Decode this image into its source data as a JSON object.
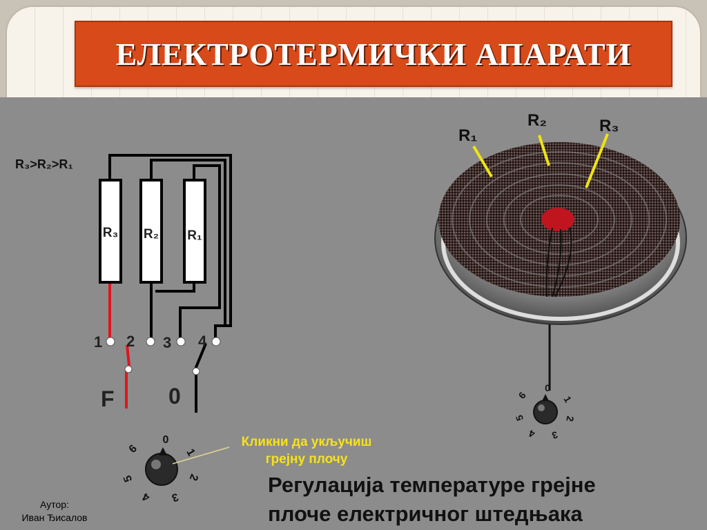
{
  "slide": {
    "title": "ЕЛЕКТРОТЕРМИЧКИ АПАРАТИ"
  },
  "circuit": {
    "relation": "R₃>R₂>R₁",
    "resistors": [
      "R₃",
      "R₂",
      "R₁"
    ],
    "terminals": [
      "1",
      "2",
      "3",
      "4"
    ],
    "phase_label": "F",
    "neutral_label": "0"
  },
  "plate": {
    "ring_labels": [
      "R₁",
      "R₂",
      "R₃"
    ]
  },
  "switch_main": {
    "dial_numbers": [
      "0",
      "1",
      "2",
      "3",
      "4",
      "5",
      "6"
    ]
  },
  "switch_small": {
    "dial_numbers": [
      "0",
      "1",
      "2",
      "3",
      "4",
      "5",
      "6"
    ]
  },
  "hint": {
    "line1": "Кликни да укључиш",
    "line2": "грејну плочу"
  },
  "caption": {
    "line1": "Регулација температуре грејне",
    "line2": "плоче електричног штедњака"
  },
  "author": {
    "line1": "Аутор:",
    "line2": "Иван Ђисалов"
  },
  "colors": {
    "title_bg": "#d84a1a",
    "stage_bg": "#8c8c8c",
    "active_wire": "#e0141e",
    "hint_text": "#f7e21a",
    "pointer_lines": "#f0e414"
  }
}
